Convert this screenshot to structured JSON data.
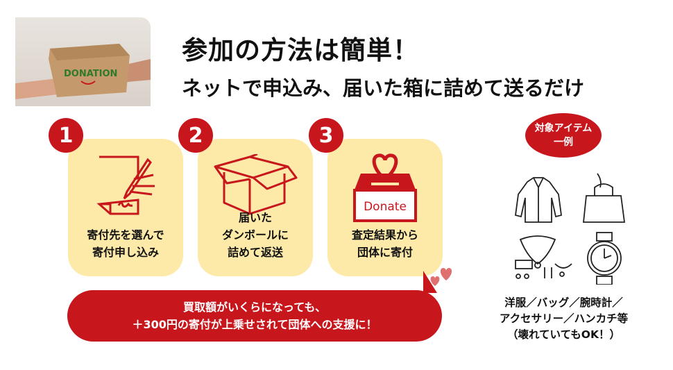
{
  "photo": {
    "box_label": "DONATION"
  },
  "header": {
    "title": "参加の方法は簡単！",
    "subtitle": "ネットで申込み、届いた箱に詰めて送るだけ"
  },
  "steps": [
    {
      "number": "1",
      "icon": "pen-document-icon",
      "lines": [
        "寄付先を選んで",
        "寄付申し込み"
      ]
    },
    {
      "number": "2",
      "icon": "cardboard-box-icon",
      "lines": [
        "届いた",
        "ダンボールに",
        "詰めて返送"
      ]
    },
    {
      "number": "3",
      "icon": "donation-box-icon",
      "icon_label": "Donate",
      "lines": [
        "査定結果から",
        "団体に寄付"
      ]
    }
  ],
  "bubble": {
    "lines": [
      "買取額がいくらになっても、",
      "＋300円の寄付が上乗せされて団体への支援に！"
    ]
  },
  "items": {
    "badge_lines": [
      "対象アイテム",
      "一例"
    ],
    "icons": [
      "shirt-icon",
      "bag-icon",
      "accessories-icon",
      "watch-icon"
    ],
    "lines": [
      "洋服／バッグ／腕時計／",
      "アクセサリー／ハンカチ等",
      "（壊れていてもOK！）"
    ]
  },
  "colors": {
    "red": "#c8161d",
    "card": "#fdeaa8"
  }
}
